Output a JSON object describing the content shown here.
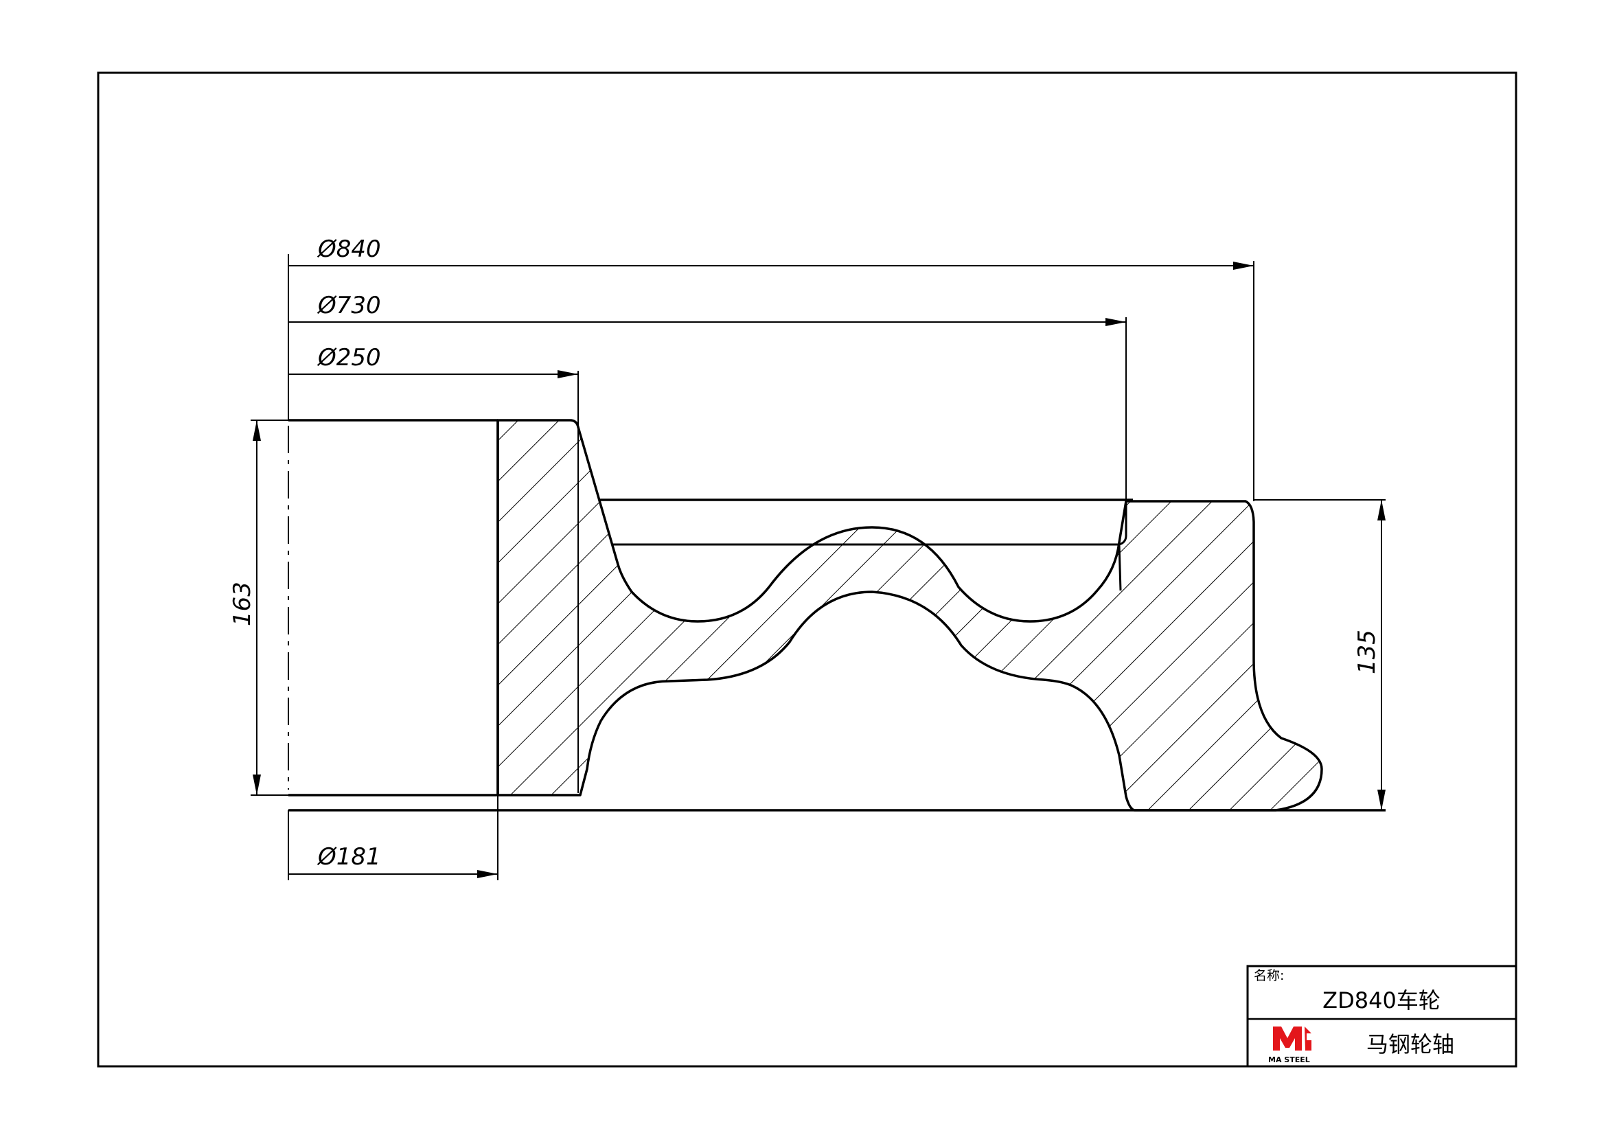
{
  "dimensions": {
    "d840": "Ø840",
    "d730": "Ø730",
    "d250": "Ø250",
    "d181": "Ø181",
    "h163": "163",
    "h135": "135"
  },
  "title_block": {
    "name_label": "名称:",
    "part_name": "ZD840车轮",
    "company": "马钢轮轴",
    "logo_text": "MA STEEL"
  },
  "colors": {
    "logo_red": "#e3161b",
    "line": "#000000"
  }
}
